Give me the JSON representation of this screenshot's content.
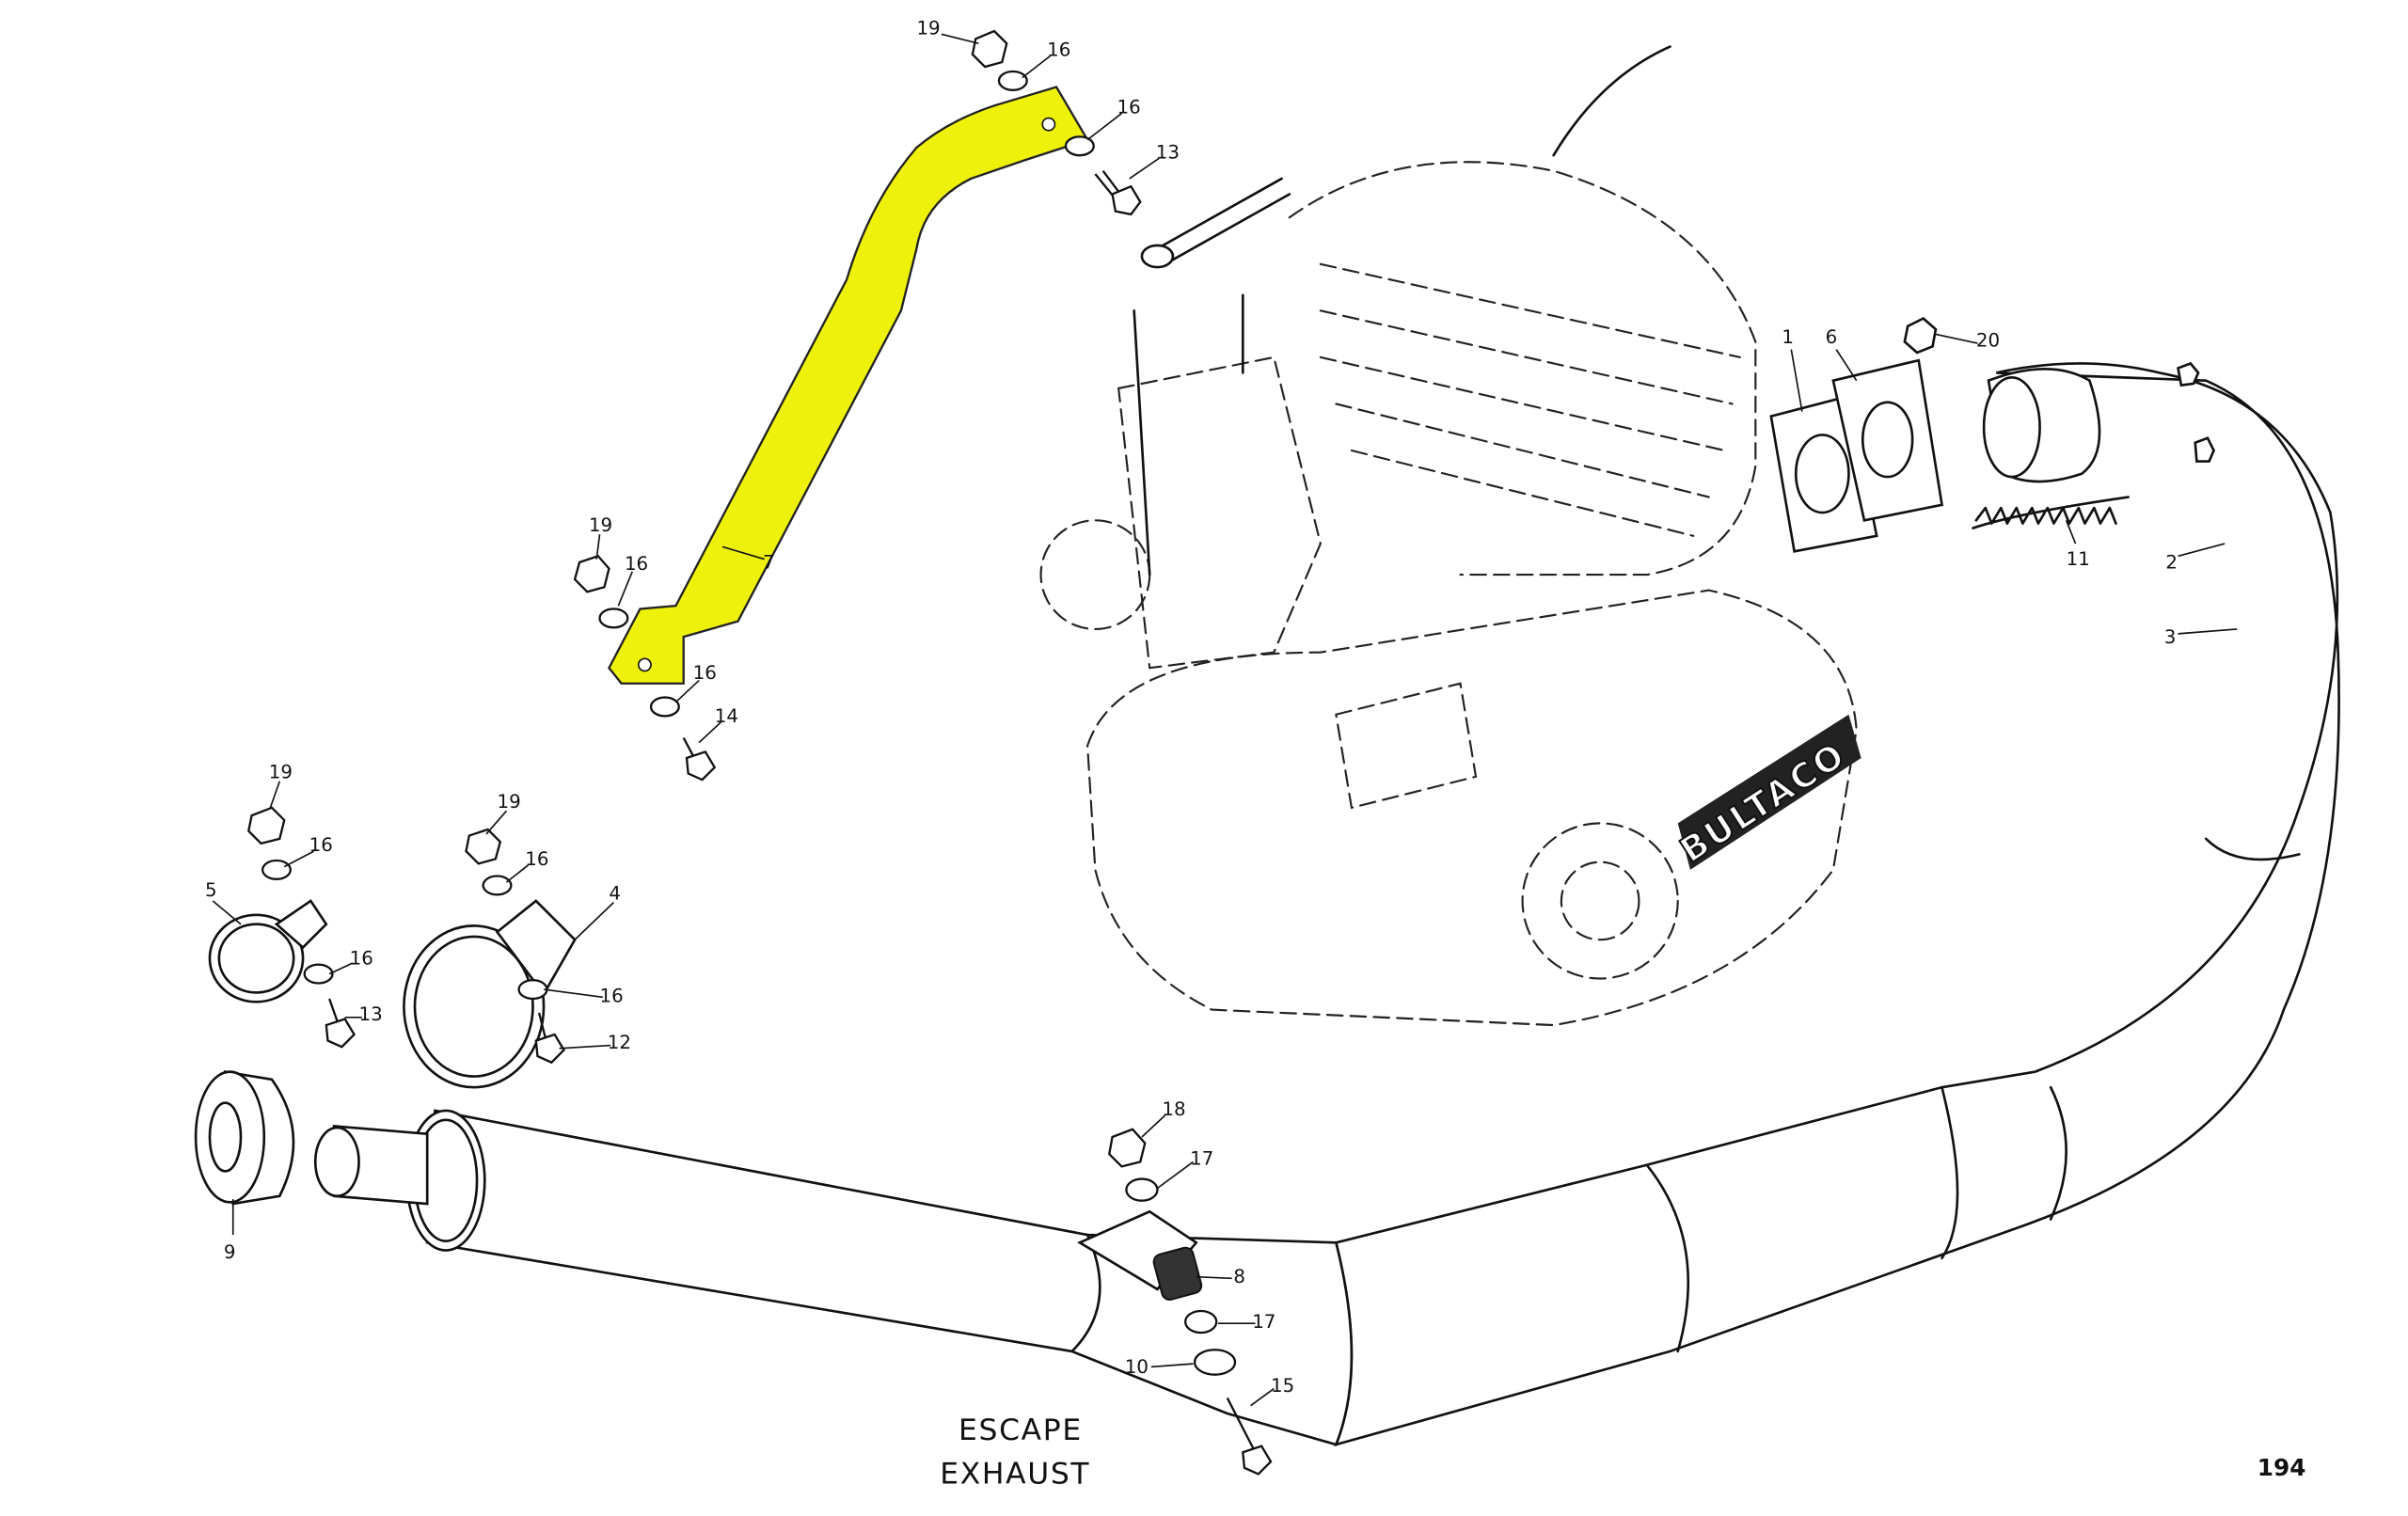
{
  "title": {
    "line1": "ESCAPE",
    "line2": "EXHAUST"
  },
  "page_number": "194",
  "brand_logo": "BULTACO",
  "highlight_color": "#eef20a",
  "highlighted_part": "7",
  "callouts": [
    "19",
    "16",
    "16",
    "13",
    "1",
    "6",
    "20",
    "11",
    "2",
    "3",
    "7",
    "19",
    "16",
    "16",
    "14",
    "19",
    "16",
    "5",
    "16",
    "13",
    "19",
    "16",
    "4",
    "16",
    "12",
    "9",
    "18",
    "17",
    "8",
    "17",
    "10",
    "15"
  ]
}
